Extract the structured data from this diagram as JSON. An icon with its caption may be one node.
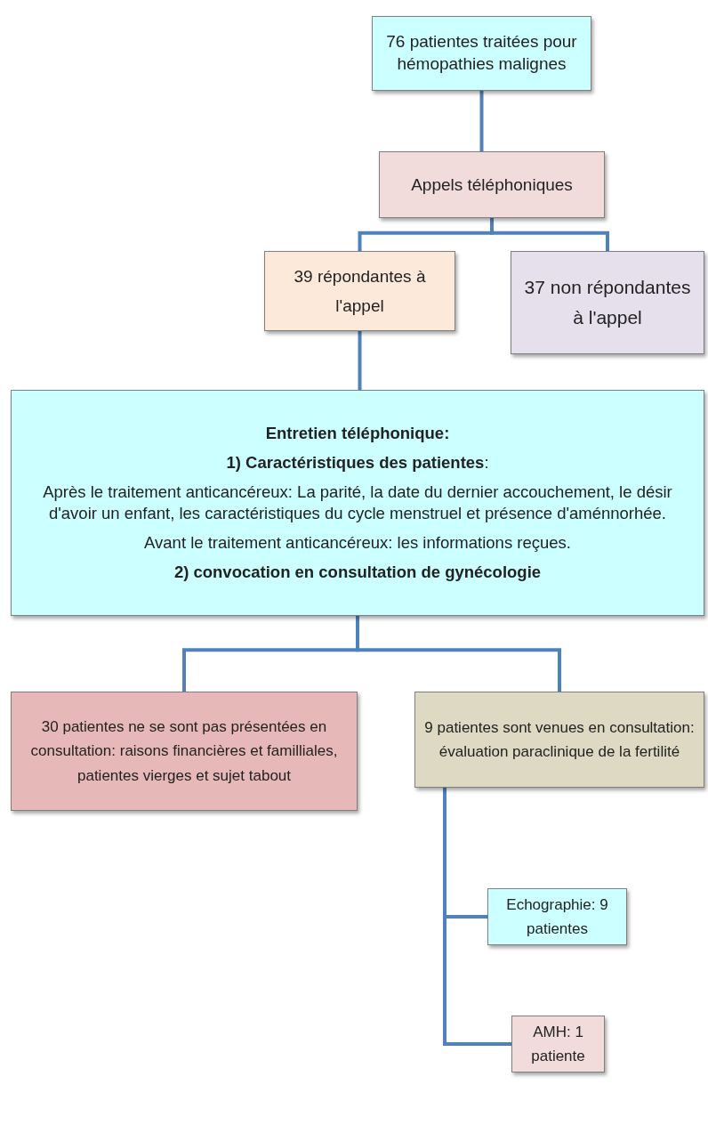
{
  "diagram": {
    "nodes": [
      {
        "text": [
          "76 patientes traitées pour hémopathies malignes"
        ]
      },
      {
        "text": [
          "Appels téléphoniques"
        ]
      },
      {
        "text": [
          "39 répondantes à l'appel"
        ]
      },
      {
        "text": [
          "37 non répondantes à l'appel"
        ]
      },
      {
        "text": [
          "Entretien téléphonique:",
          "**1) Caractéristiques des patientes**:",
          "Après le traitement anticancéreux: La parité, la date du dernier accouchement, le désir d'avoir un enfant, les caractéristiques du cycle menstruel et présence d'aménnorhée.",
          "Avant le traitement anticancéreux: les informations reçues.",
          "2) convocation en consultation de gynécologie"
        ]
      },
      {
        "text": [
          "30 patientes ne se sont pas présentées en consultation: raisons financières et familliales, patientes vierges et sujet tabout"
        ]
      },
      {
        "text": [
          "9 patientes sont venues en consultation: évaluation paraclinique de la fertilité"
        ]
      },
      {
        "text": [
          "Echographie: 9 patientes"
        ]
      },
      {
        "text": [
          "AMH: 1 patiente"
        ]
      }
    ],
    "edges": [
      {
        "from": 0,
        "to": 1,
        "arrow": "none"
      },
      {
        "from": 1,
        "to": 2,
        "arrow": "none"
      },
      {
        "from": 1,
        "to": 3,
        "arrow": "none"
      },
      {
        "from": 2,
        "to": 4,
        "arrow": "none"
      },
      {
        "from": 4,
        "to": 5,
        "arrow": "none"
      },
      {
        "from": 4,
        "to": 6,
        "arrow": "none"
      },
      {
        "from": 6,
        "to": 7,
        "arrow": "none"
      },
      {
        "from": 6,
        "to": 8,
        "arrow": "none"
      }
    ]
  }
}
